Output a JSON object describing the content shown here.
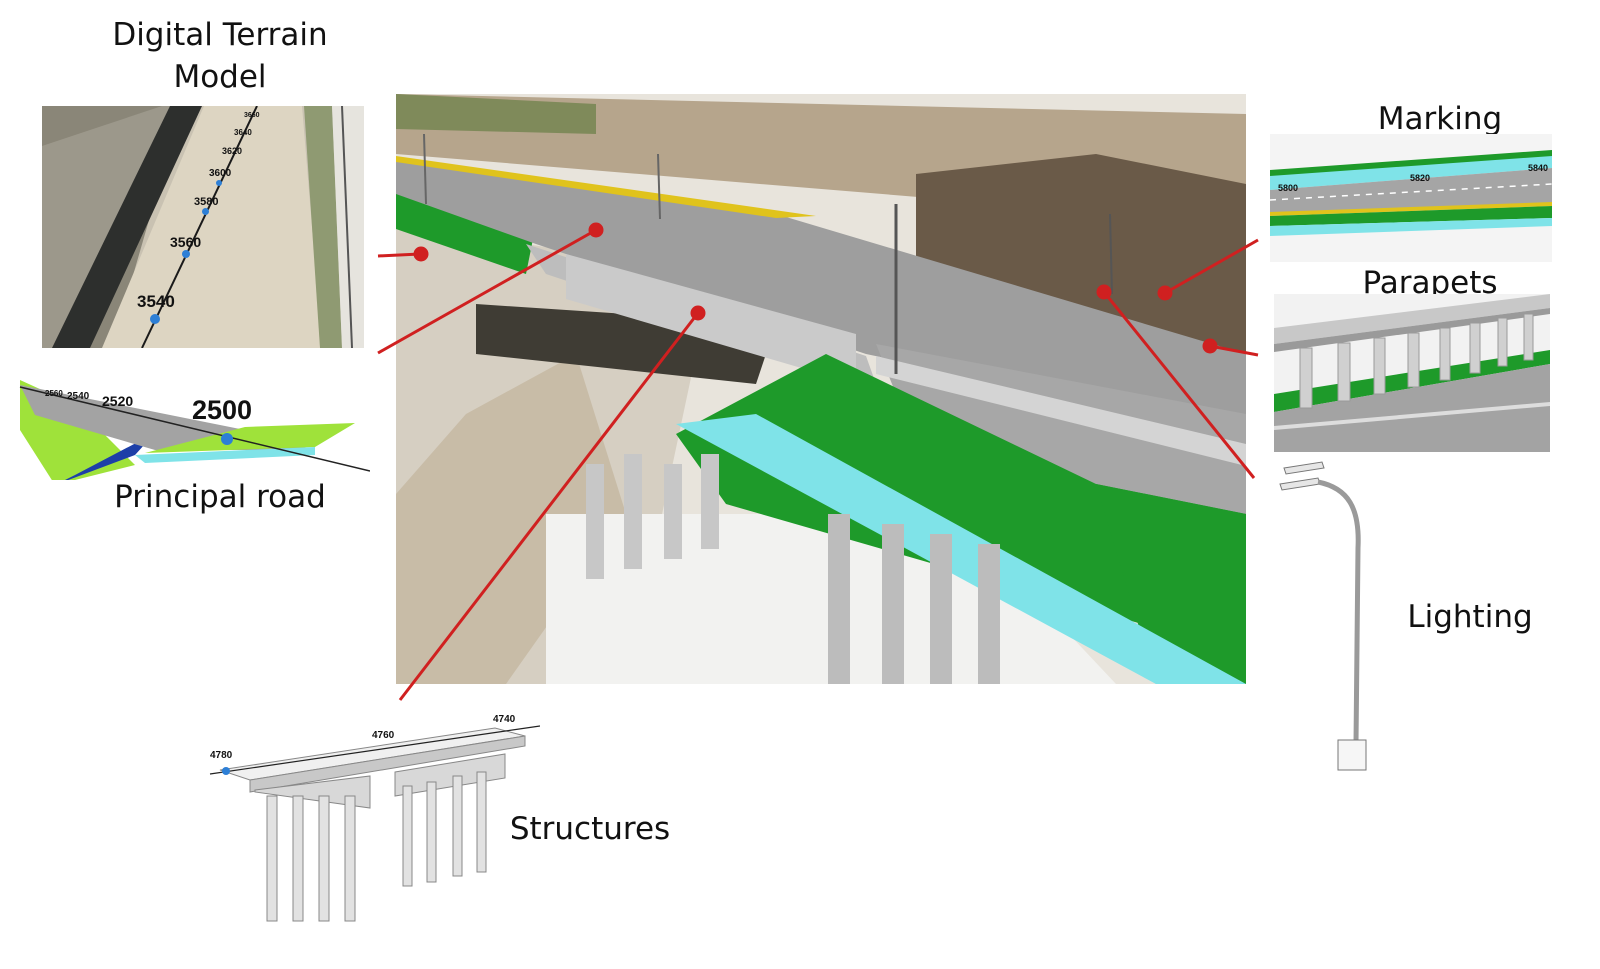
{
  "labels": {
    "dtm_line1": "Digital Terrain",
    "dtm_line2": "Model",
    "principal_road": "Principal road",
    "marking": "Marking",
    "parapets": "Parapets",
    "lighting": "Lighting",
    "structures": "Structures"
  },
  "dtm_stations": [
    "3540",
    "3560",
    "3580",
    "3600",
    "3620",
    "3640",
    "3660"
  ],
  "road_stations": [
    "2500",
    "2520",
    "2540",
    "2560"
  ],
  "marking_stations": [
    "5800",
    "5820",
    "5840"
  ],
  "structure_stations": [
    "4780",
    "4760",
    "4740"
  ],
  "colors": {
    "leader": "#d02020",
    "green": "#1e9a2a",
    "cyan": "#7fe3e8",
    "road": "#a9a9a9",
    "point_blue": "#2d7fd6"
  }
}
